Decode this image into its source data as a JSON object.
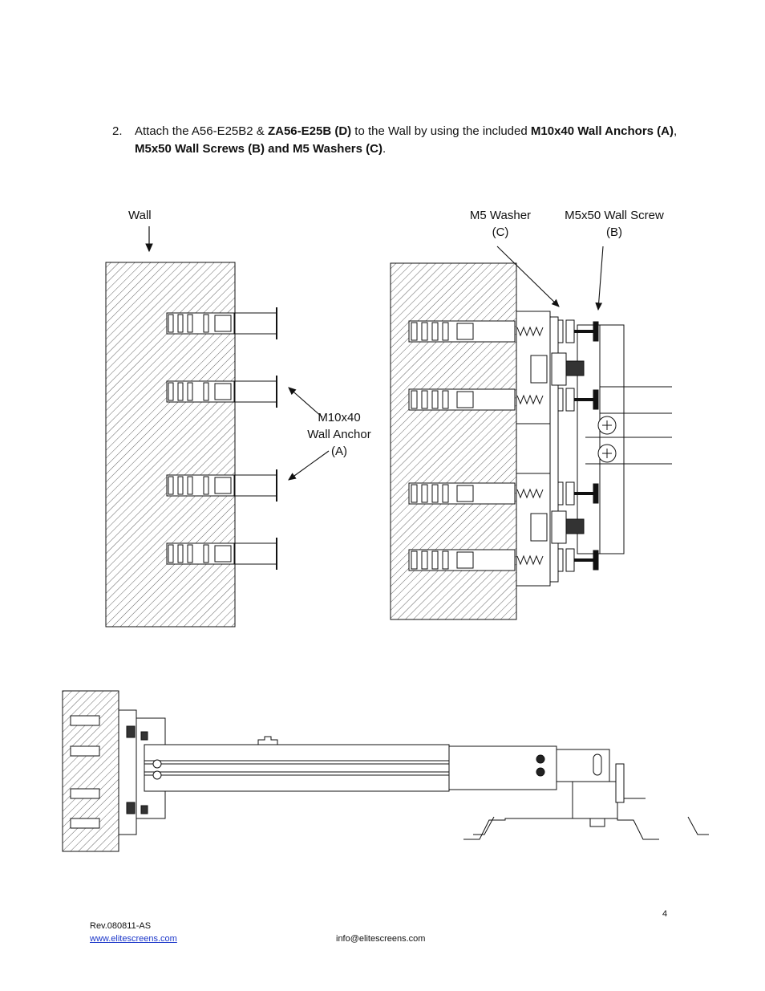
{
  "step": {
    "number": "2.",
    "text_1": "Attach the A56-E25B2 & ",
    "bold_1": "ZA56-E25B (D)",
    "text_2": " to the Wall by using the included ",
    "bold_2": "M10x40 Wall Anchors (A)",
    "text_3": ", ",
    "bold_3": "M5x50 Wall Screws (B) and M5 Washers (C)",
    "text_4": "."
  },
  "labels": {
    "wall": "Wall",
    "washer_line1": "M5 Washer",
    "washer_line2": "(C)",
    "screw_line1": "M5x50 Wall Screw",
    "screw_line2": "(B)",
    "anchor_line1": "M10x40",
    "anchor_line2": "Wall Anchor",
    "anchor_line3": "(A)"
  },
  "footer": {
    "page_number": "4",
    "revision": "Rev.080811-AS",
    "website": "www.elitescreens.com",
    "email": "info@elitescreens.com"
  }
}
